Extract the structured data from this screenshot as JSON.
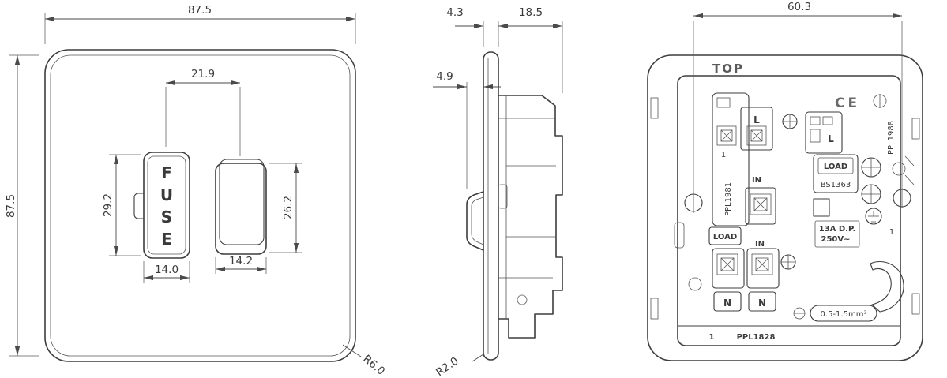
{
  "colors": {
    "line": "#3d3d3d",
    "dim_line": "#4a4a4a",
    "background": "#ffffff"
  },
  "front_view": {
    "plate_width": "87.5",
    "plate_height": "87.5",
    "fuse_to_switch_centers": "21.9",
    "fuse_height": "29.2",
    "fuse_width": "14.0",
    "switch_height": "26.2",
    "switch_width": "14.2",
    "corner_radius": "R6.0",
    "fuse_text": {
      "l1": "F",
      "l2": "U",
      "l3": "S",
      "l4": "E"
    }
  },
  "side_view": {
    "plate_thickness": "4.3",
    "body_depth": "18.5",
    "rocker_projection": "4.9",
    "corner_radius": "R2.0"
  },
  "back_view": {
    "fixing_centres": "60.3",
    "orientation": "TOP",
    "ce_mark": "CE",
    "part_no_right": "PPL1988",
    "part_no_left": "PPL1981",
    "part_no_bottom": "PPL1828",
    "bottom_index": "1",
    "standard": "BS1363",
    "rating_amps": "13A D.P.",
    "rating_volts": "250V~",
    "cable_range": "0.5-1.5mm²",
    "index_top_left": "1",
    "index_right": "1",
    "terminals": {
      "live_top": "L",
      "live_right": "L",
      "neutral_left": "N",
      "neutral_right": "N",
      "in_top": "IN",
      "in_bottom": "IN",
      "load_center": "LOAD",
      "load_left": "LOAD"
    }
  }
}
